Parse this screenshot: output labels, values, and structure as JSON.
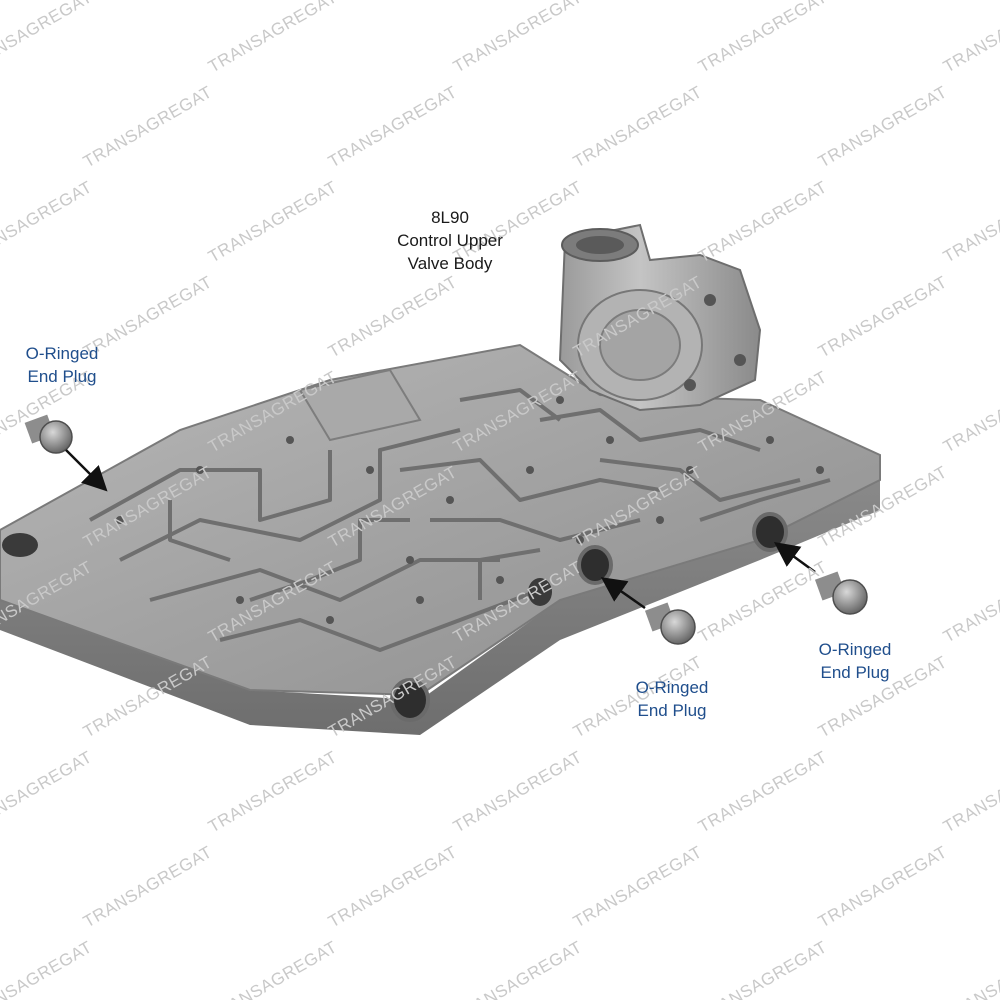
{
  "watermark": "TRANSAGREGAT",
  "title": {
    "line1": "8L90",
    "line2": "Control Upper",
    "line3": "Valve Body"
  },
  "callouts": [
    {
      "line1": "O-Ringed",
      "line2": "End Plug"
    },
    {
      "line1": "O-Ringed",
      "line2": "End Plug"
    },
    {
      "line1": "O-Ringed",
      "line2": "End Plug"
    }
  ],
  "colors": {
    "label_blue": "#1f4e8c",
    "label_dark": "#1a1a1a",
    "watermark": "#c9c9c9",
    "metal": "#9c9c9c"
  }
}
